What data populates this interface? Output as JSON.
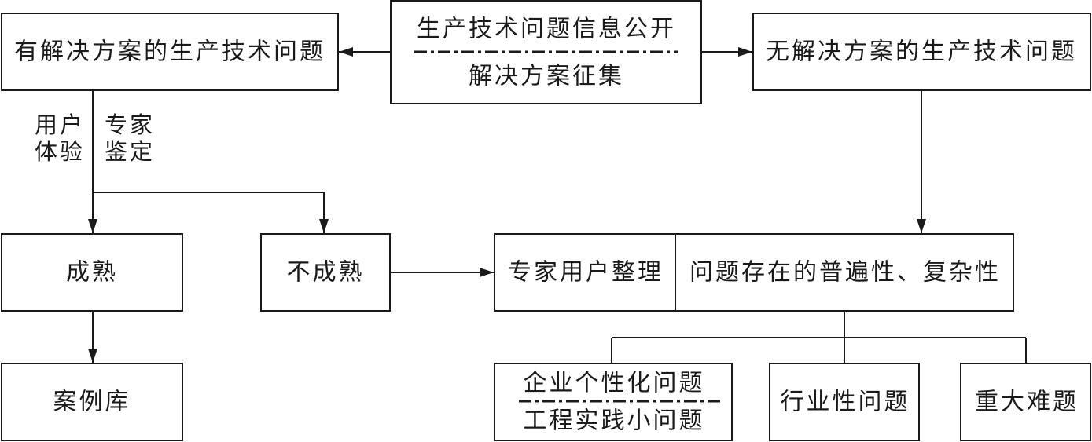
{
  "nodes": {
    "solved": "有解决方案的生产技术问题",
    "center_top": "生产技术问题信息公开",
    "center_bottom": "解决方案征集",
    "unsolved": "无解决方案的生产技术问题",
    "mature": "成熟",
    "immature": "不成熟",
    "expert_user_organize": "专家用户整理",
    "universality": "问题存在的普遍性、复杂性",
    "case_library": "案例库",
    "enterprise_top": "企业个性化问题",
    "enterprise_bottom": "工程实践小问题",
    "industry": "行业性问题",
    "major": "重大难题"
  },
  "edge_labels": {
    "user_line1": "用户",
    "user_line2": "体验",
    "expert_line1": "专家",
    "expert_line2": "鉴定"
  }
}
